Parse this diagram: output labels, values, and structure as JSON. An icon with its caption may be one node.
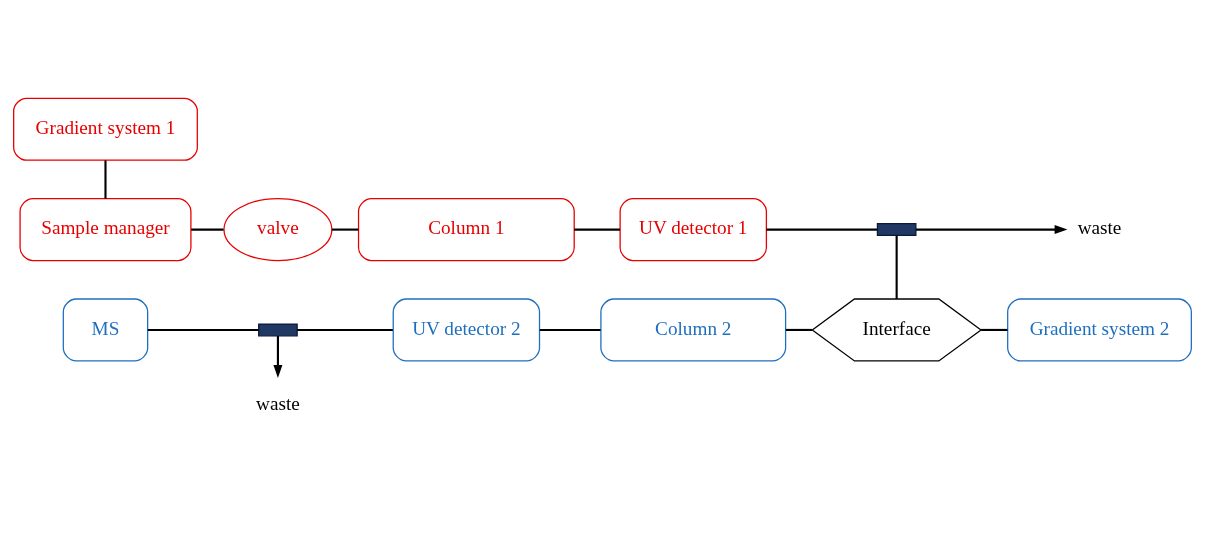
{
  "diagram": {
    "nodes": [
      {
        "text": [
          "Gradient system 1"
        ]
      },
      {
        "text": [
          "Sample manager"
        ]
      },
      {
        "text": [
          "valve"
        ]
      },
      {
        "text": [
          "Column 1"
        ]
      },
      {
        "text": [
          "UV detector 1"
        ]
      },
      {
        "text": [],
        "shape": "tee"
      },
      {
        "text": [
          "waste"
        ]
      },
      {
        "text": [
          "MS"
        ]
      },
      {
        "text": [],
        "shape": "tee"
      },
      {
        "text": [
          "waste"
        ]
      },
      {
        "text": [
          "UV detector 2"
        ]
      },
      {
        "text": [
          "Column 2"
        ]
      },
      {
        "text": [
          "Interface"
        ]
      },
      {
        "text": [
          "Gradient system 2"
        ]
      }
    ],
    "edges": [
      {
        "from": 0,
        "to": 1,
        "arrow": "none"
      },
      {
        "from": 1,
        "to": 2,
        "arrow": "none"
      },
      {
        "from": 2,
        "to": 3,
        "arrow": "none"
      },
      {
        "from": 3,
        "to": 4,
        "arrow": "none"
      },
      {
        "from": 4,
        "to": 5,
        "arrow": "none"
      },
      {
        "from": 5,
        "to": 6,
        "arrow": "to"
      },
      {
        "from": 5,
        "to": 12,
        "arrow": "none"
      },
      {
        "from": 7,
        "to": 8,
        "arrow": "none"
      },
      {
        "from": 8,
        "to": 9,
        "arrow": "to"
      },
      {
        "from": 8,
        "to": 10,
        "arrow": "none"
      },
      {
        "from": 10,
        "to": 11,
        "arrow": "none"
      },
      {
        "from": 11,
        "to": 12,
        "arrow": "none"
      },
      {
        "from": 12,
        "to": 13,
        "arrow": "none"
      }
    ]
  }
}
